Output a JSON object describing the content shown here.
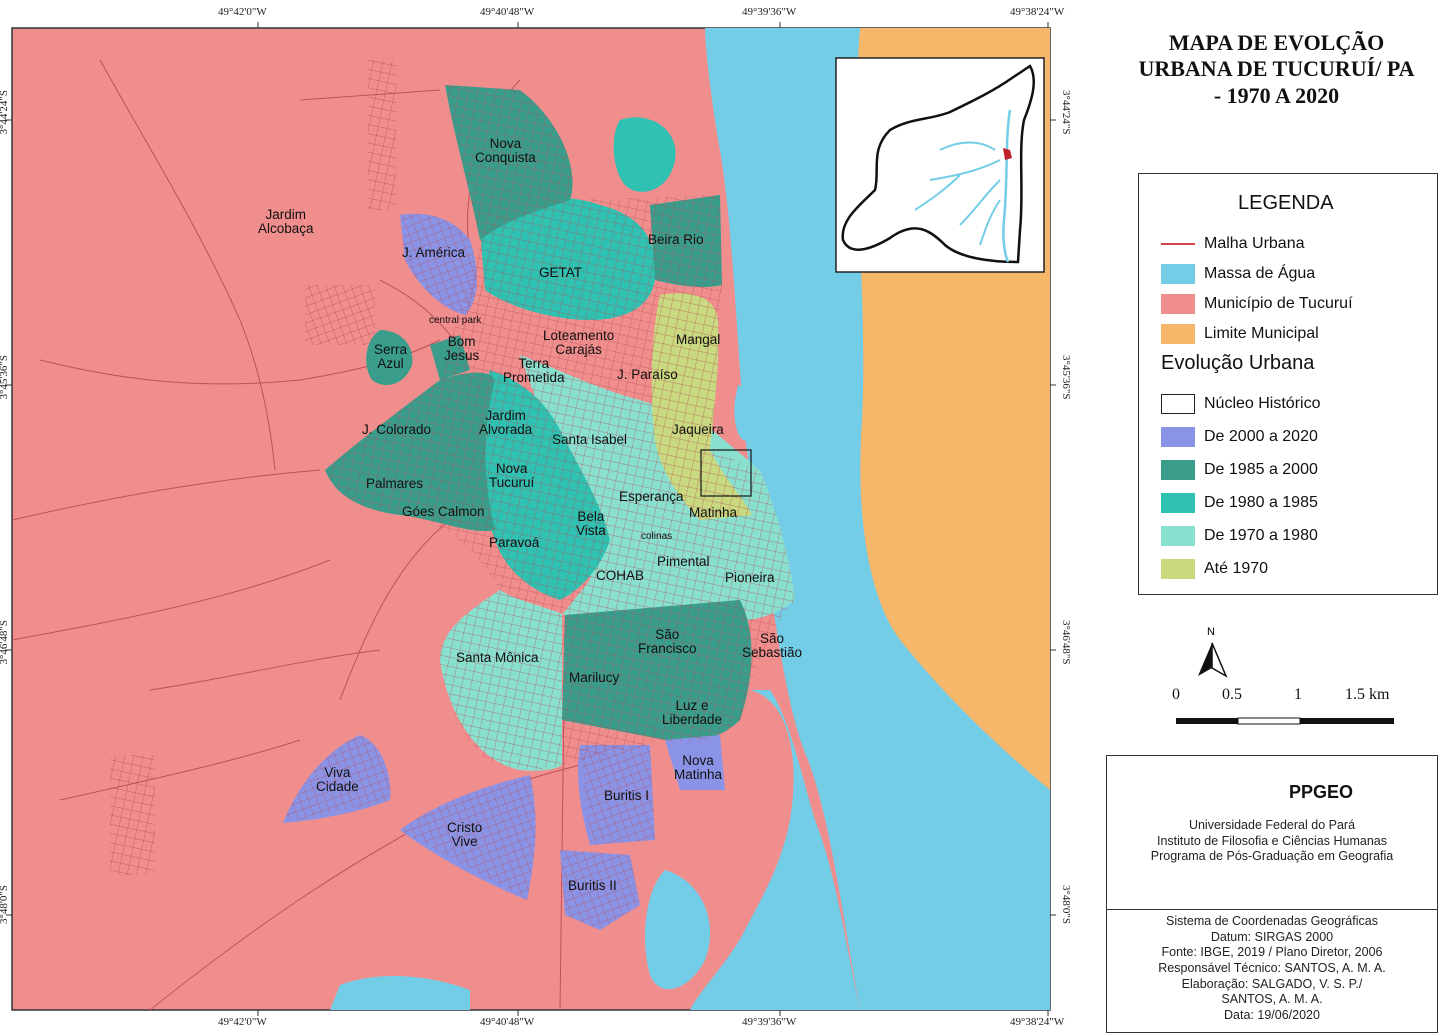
{
  "map": {
    "title_lines": [
      "MAPA DE EVOLÇÃO",
      "URBANA DE TUCURUÍ/ PA",
      "- 1970 A 2020"
    ],
    "top_coords": [
      "49°42'0\"W",
      "49°40'48\"W",
      "49°39'36\"W",
      "49°38'24\"W"
    ],
    "bottom_coords": [
      "49°42'0\"W",
      "49°40'48\"W",
      "49°39'36\"W",
      "49°38'24\"W"
    ],
    "left_coords": [
      "3°44'24\"S",
      "3°45'36\"S",
      "3°46'48\"S",
      "3°48'0\"S"
    ],
    "right_coords": [
      "3°44'24\"S",
      "3°45'36\"S",
      "3°46'48\"S",
      "3°48'0\"S"
    ],
    "colors": {
      "municipio": "#f08e8e",
      "agua": "#74cde6",
      "limite": "#f5b86a",
      "periodo_2000_2020": "#8b93e6",
      "periodo_1985_2000": "#3a9d8c",
      "periodo_1980_1985": "#2fc1b2",
      "periodo_1970_1980": "#8ae0cf",
      "ate_1970": "#c8d97f",
      "malha": "#c0505a"
    },
    "neighborhoods": {
      "nova_conquista": "Nova\nConquista",
      "jardim_alcobaca": "Jardim\nAlcobaça",
      "j_america": "J. América",
      "getat": "GETAT",
      "beira_rio": "Beira Rio",
      "central_park": "central park",
      "bom_jesus": "Bom\nJesus",
      "serra_azul": "Serra\nAzul",
      "terra_prometida": "Terra\nPrometida",
      "loteamento_carajas": "Loteamento\nCarajás",
      "mangal": "Mangal",
      "j_paraiso": "J. Paraíso",
      "jardim_alvorada": "Jardim\nAlvorada",
      "j_colorado": "J. Colorado",
      "santa_isabel": "Santa Isabel",
      "jaqueira": "Jaqueira",
      "palmares": "Palmares",
      "nova_tucurui": "Nova\nTucuruí",
      "goes_calmon": "Góes Calmon",
      "esperanca": "Esperança",
      "matinha": "Matinha",
      "bela_vista": "Bela\nVista",
      "colinas": "colinas",
      "paravoa": "Paravoá",
      "pimental": "Pimental",
      "cohab": "COHAB",
      "pioneira": "Pioneira",
      "sao_francisco": "São\nFrancisco",
      "sao_sebastiao": "São\nSebastião",
      "santa_monica": "Santa Mônica",
      "marilucy": "Marilucy",
      "luz_e_liberdade": "Luz e\nLiberdade",
      "nova_matinha": "Nova\nMatinha",
      "viva_cidade": "Viva\nCidade",
      "buritis_i": "Buritis I",
      "cristo_vive": "Cristo\nVive",
      "buritis_ii": "Buritis II"
    }
  },
  "legend": {
    "heading": "LEGENDA",
    "items": [
      {
        "label": "Malha Urbana",
        "kind": "line",
        "color": "#d04545"
      },
      {
        "label": "Massa de Água",
        "kind": "fill",
        "color": "#74cde6"
      },
      {
        "label": "Município de Tucuruí",
        "kind": "fill",
        "color": "#f08e8e"
      },
      {
        "label": "Limite Municipal",
        "kind": "fill",
        "color": "#f5b86a"
      }
    ],
    "sub_heading": "Evolução Urbana",
    "evolution": [
      {
        "label": "Núcleo Histórico",
        "kind": "outline",
        "color": "#222222"
      },
      {
        "label": "De 2000 a 2020",
        "kind": "fill",
        "color": "#8b93e6"
      },
      {
        "label": "De 1985 a 2000",
        "kind": "fill",
        "color": "#3a9d8c"
      },
      {
        "label": "De 1980 a 1985",
        "kind": "fill",
        "color": "#2fc1b2"
      },
      {
        "label": "De 1970 a 1980",
        "kind": "fill",
        "color": "#8ae0cf"
      },
      {
        "label": "Até 1970",
        "kind": "fill",
        "color": "#c8d97f"
      }
    ]
  },
  "scale": {
    "north": "N",
    "labels": [
      "0",
      "0.5",
      "1",
      "1.5 km"
    ]
  },
  "institution": {
    "logo_text": "PPGEO",
    "lines": [
      "Universidade Federal do Pará",
      "Instituto de Filosofia e Ciências Humanas",
      "Programa de Pós-Graduação em Geografia"
    ]
  },
  "metadata": {
    "lines": [
      "Sistema de Coordenadas Geográficas",
      "Datum: SIRGAS 2000",
      "Fonte: IBGE, 2019 / Plano Diretor, 2006",
      "Responsável Técnico: SANTOS, A. M. A.",
      "Elaboração: SALGADO, V. S. P./",
      "SANTOS, A. M. A.",
      "Data: 19/06/2020"
    ]
  }
}
